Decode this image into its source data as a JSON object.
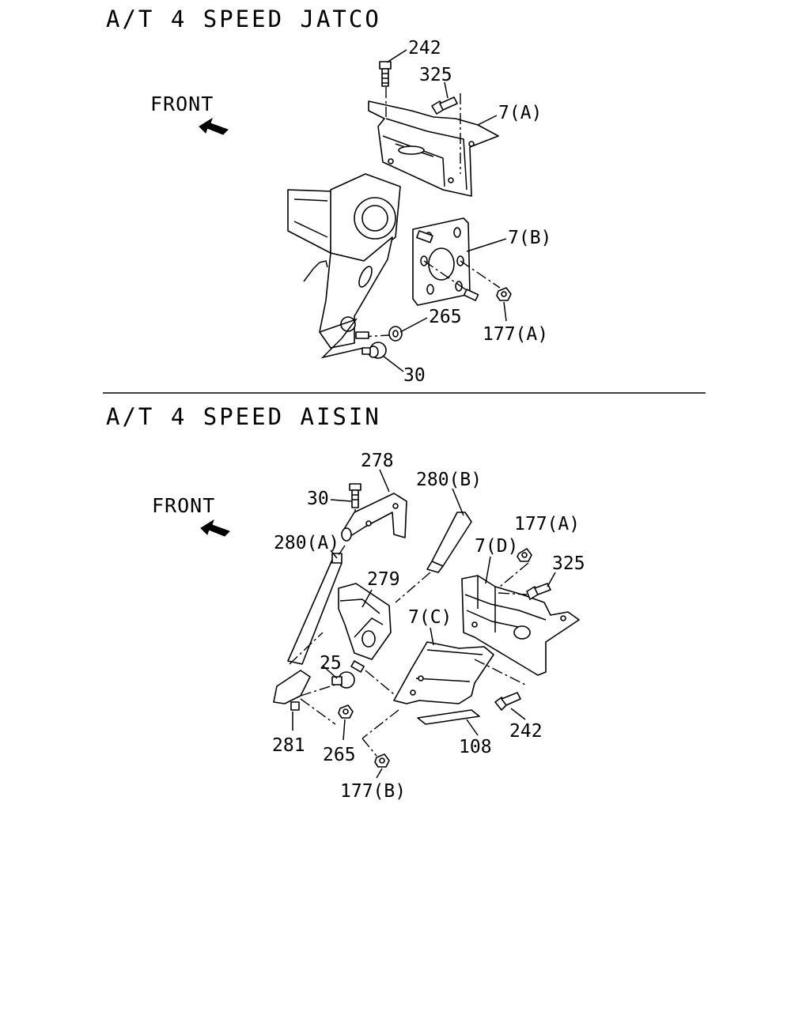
{
  "sections": [
    {
      "title": "A/T 4 SPEED JATCO",
      "front_label": "FRONT",
      "callouts": [
        "242",
        "325",
        "7(A)",
        "7(B)",
        "265",
        "177(A)",
        "30"
      ]
    },
    {
      "title": "A/T 4 SPEED AISIN",
      "front_label": "FRONT",
      "callouts": [
        "278",
        "280(B)",
        "30",
        "280(A)",
        "177(A)",
        "7(D)",
        "325",
        "279",
        "7(C)",
        "25",
        "281",
        "265",
        "108",
        "242",
        "177(B)"
      ]
    }
  ],
  "icons": [
    "front-arrow-icon",
    "front-arrow-icon"
  ]
}
